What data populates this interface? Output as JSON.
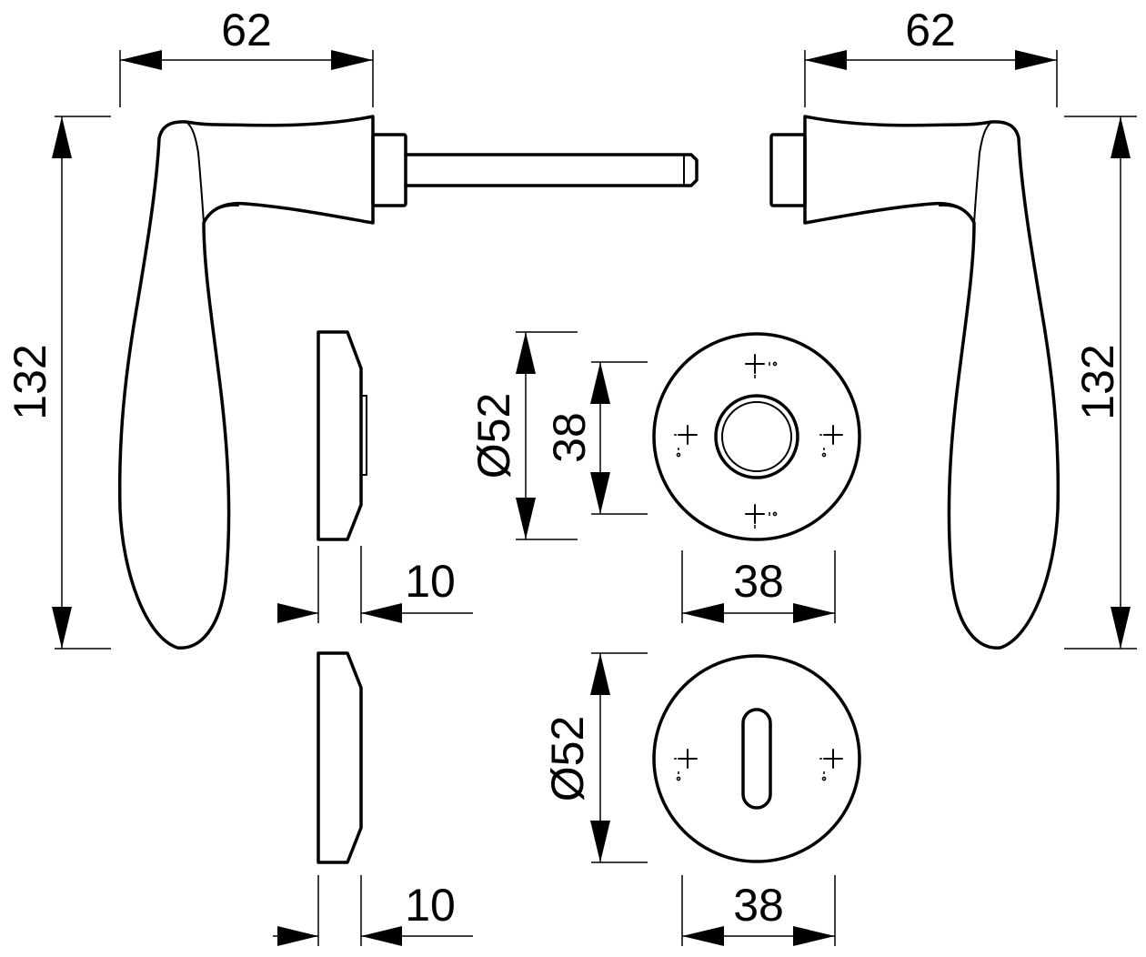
{
  "drawing": {
    "colors": {
      "line": "#000000",
      "background": "#ffffff"
    },
    "dimensions": {
      "left_handle_width": "62",
      "right_handle_width": "62",
      "left_handle_height": "132",
      "right_handle_height": "132",
      "rose_diameter": "Ø52",
      "rose_screw_spacing_vertical": "38",
      "rose_screw_spacing_horizontal": "38",
      "rose_thickness": "10",
      "escutcheon_diameter": "Ø52",
      "escutcheon_screw_spacing": "38",
      "escutcheon_thickness": "10"
    }
  }
}
